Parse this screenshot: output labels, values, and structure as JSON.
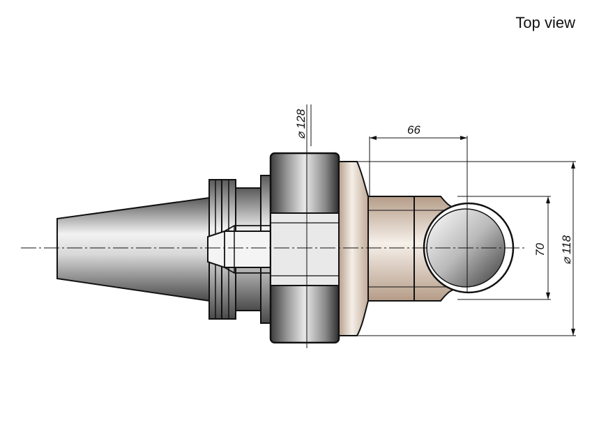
{
  "view_title": "Top view",
  "dimensions": {
    "flange_diameter": "⌀ 128",
    "tip_width": "66",
    "ball_diameter": "70",
    "head_diameter": "⌀ 118"
  },
  "colors": {
    "steel_light": "#f4f4f4",
    "steel_dark": "#3a3a3a",
    "bronze_light": "#f3ede6",
    "bronze_dark": "#b9a08c",
    "outline": "#111111"
  }
}
